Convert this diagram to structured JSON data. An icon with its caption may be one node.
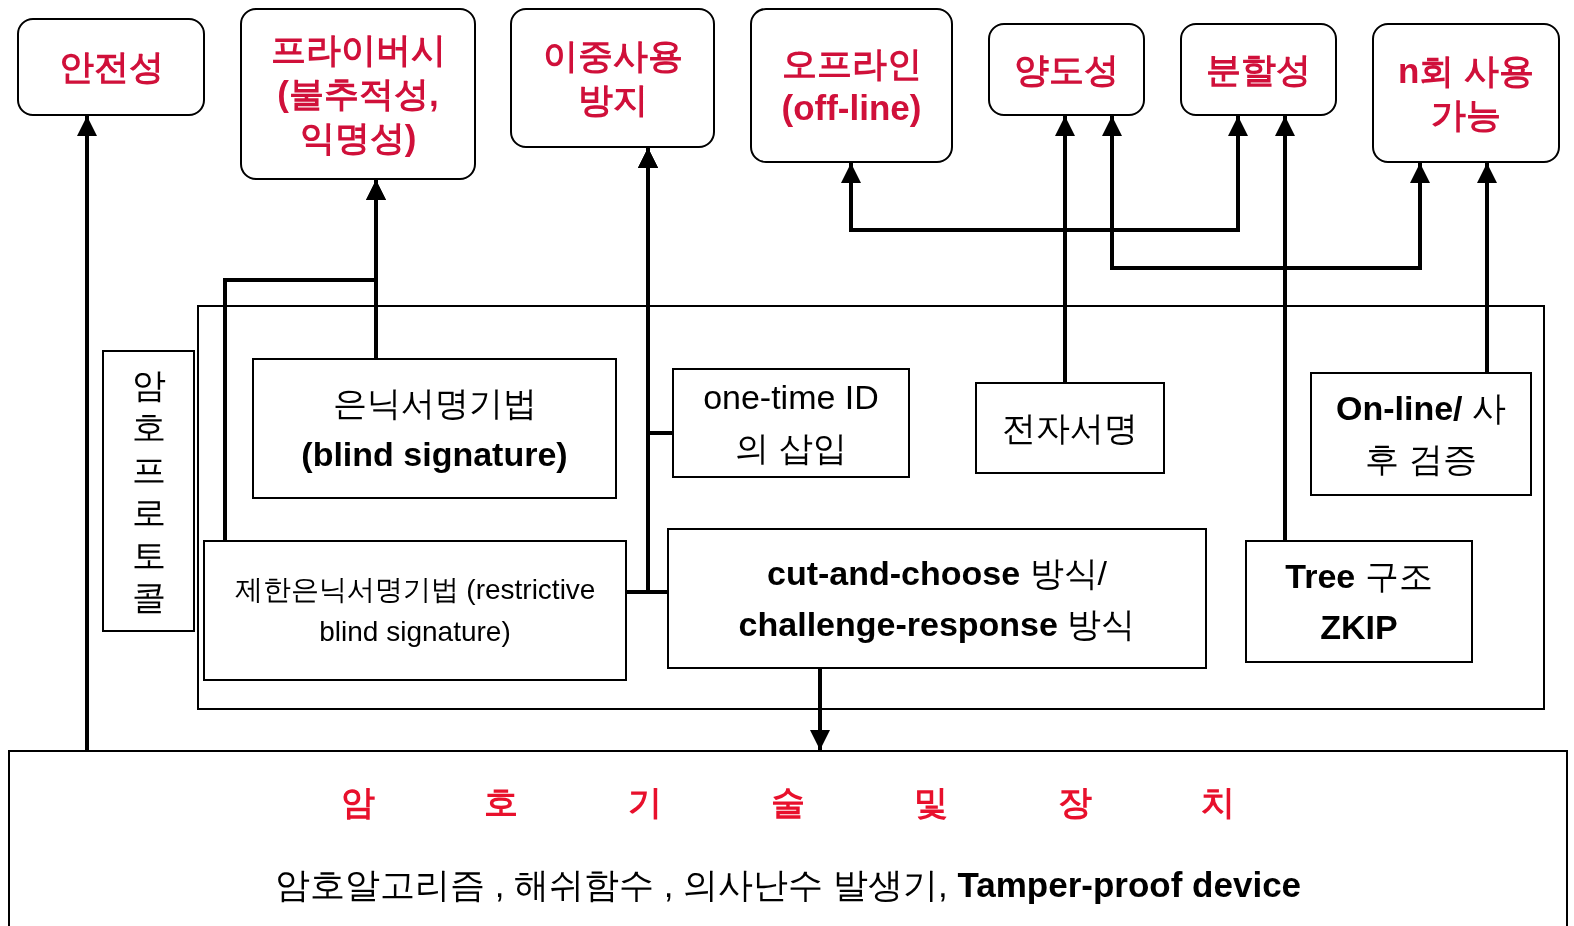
{
  "diagram": {
    "nodes": [
      {
        "text": [
          "안전성"
        ]
      },
      {
        "text": [
          "프라이버시 (불추적성, 익명성)"
        ]
      },
      {
        "text": [
          "이중사용 방지"
        ]
      },
      {
        "text": [
          "오프라인 **(off-line)**"
        ]
      },
      {
        "text": [
          "양도성"
        ]
      },
      {
        "text": [
          "분할성"
        ]
      },
      {
        "text": [
          "**n**회 사용 가능"
        ]
      },
      {
        "text": [],
        "shape": "box"
      },
      {
        "text": [
          "암호프로토콜"
        ]
      },
      {
        "text": [
          "은닉서명기법 **(blind signature)**"
        ],
        "in": 7
      },
      {
        "text": [
          "one-time ID의 삽입"
        ],
        "in": 7
      },
      {
        "text": [
          "전자서명"
        ],
        "in": 7
      },
      {
        "text": [
          "**On-line/** 사후 검증"
        ],
        "in": 7
      },
      {
        "text": [
          "제한은닉서명기법 (restrictive blind signature)"
        ],
        "in": 7
      },
      {
        "text": [
          "**cut-and-choose** 방식/ **challenge-response** 방식"
        ],
        "in": 7
      },
      {
        "text": [
          "**Tree** 구조 **ZKIP**"
        ],
        "in": 7
      },
      {
        "text": [
          "암 호 기 술 및 장 치",
          "암호알고리즘 , 해쉬함수 , 의사난수 발생기, **Tamper-proof device**"
        ]
      }
    ],
    "edges": [
      {
        "from": 16,
        "to": 0,
        "arrow": "to"
      },
      {
        "from": 9,
        "to": 1,
        "arrow": "to"
      },
      {
        "from": 13,
        "to": 1,
        "arrow": "to"
      },
      {
        "from": 10,
        "to": 2,
        "arrow": "to"
      },
      {
        "from": 13,
        "to": 2,
        "arrow": "to"
      },
      {
        "from": 14,
        "to": 2,
        "arrow": "to"
      },
      {
        "from": 11,
        "to": 4,
        "arrow": "to"
      },
      {
        "from": 3,
        "to": 5,
        "arrow": "both"
      },
      {
        "from": 4,
        "to": 6,
        "arrow": "both"
      },
      {
        "from": 15,
        "to": 5,
        "arrow": "to"
      },
      {
        "from": 12,
        "to": 6,
        "arrow": "to"
      },
      {
        "from": 14,
        "to": 16,
        "arrow": "to"
      }
    ]
  }
}
